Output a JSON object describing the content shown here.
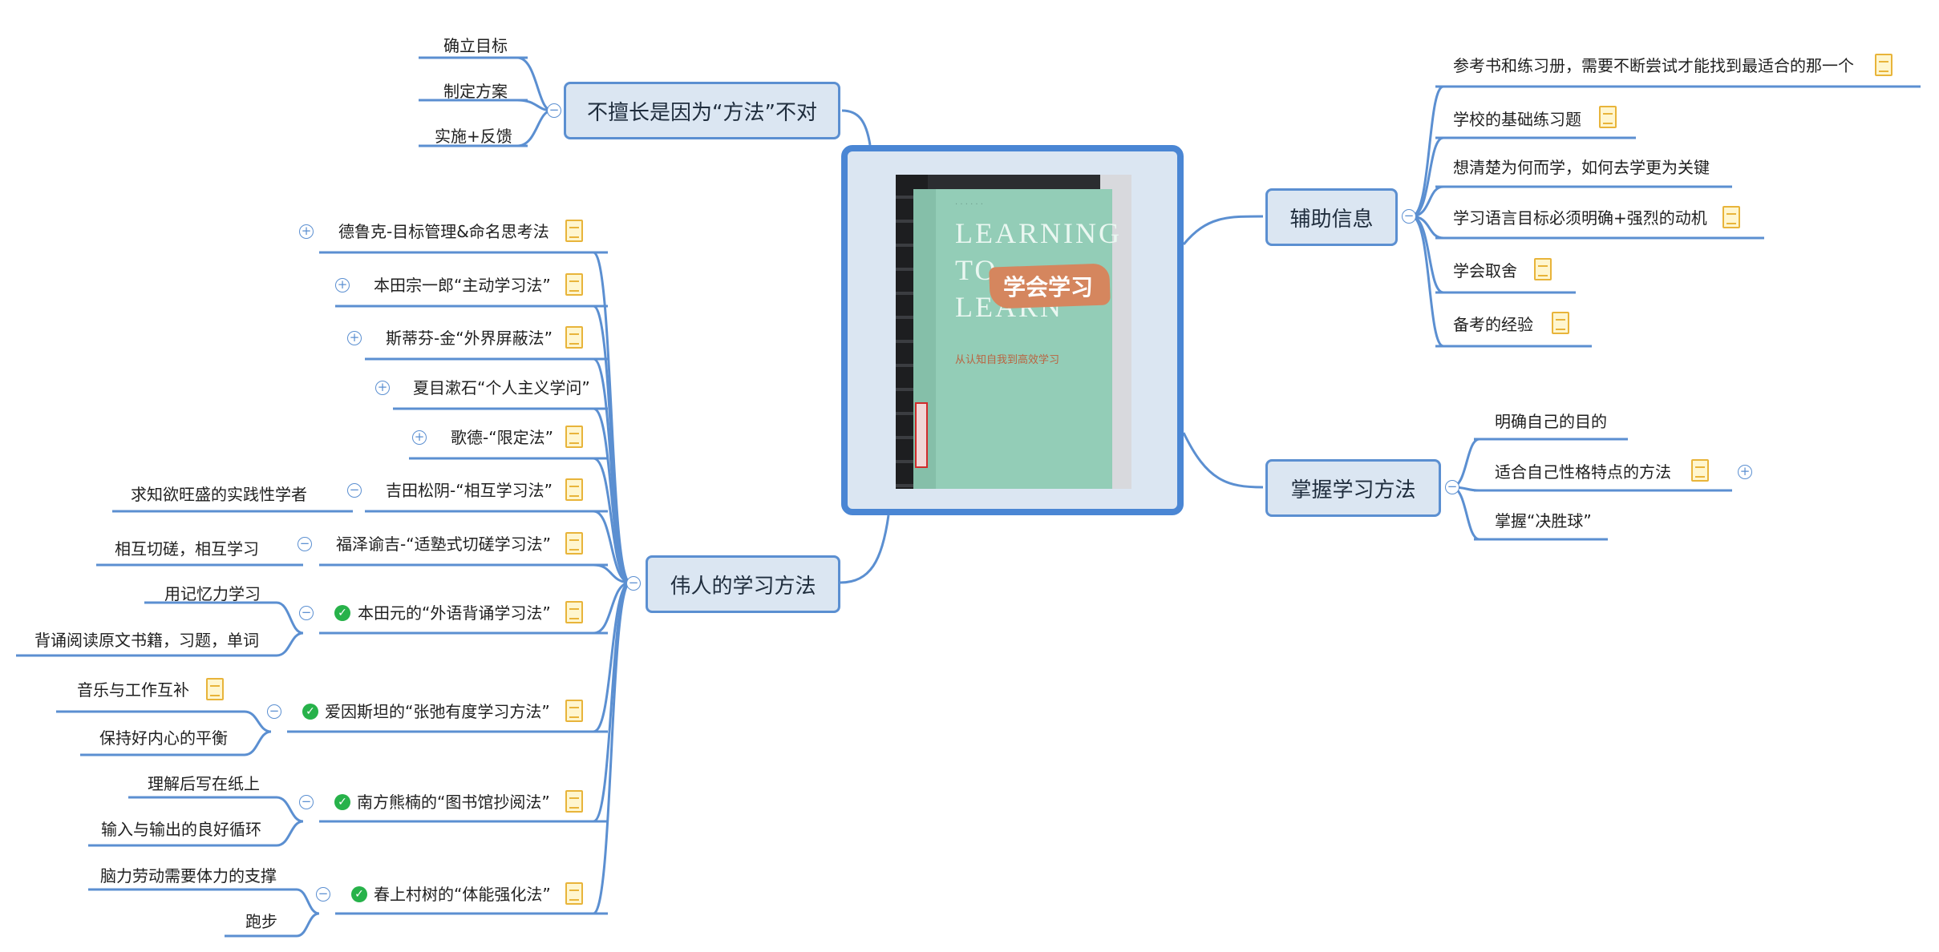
{
  "center": {
    "image_label": "book-cover-learning-to-learn",
    "cover_title_lines": [
      "LEARNING",
      "TO",
      "LEARN"
    ],
    "cover_title_cn": "学会学习",
    "cover_subtitle": "从认知自我到高效学习"
  },
  "branches": {
    "top_left": {
      "title": "不擅长是因为“方法”不对",
      "children": [
        "确立目标",
        "制定方案",
        "实施+反馈"
      ]
    },
    "left": {
      "title": "伟人的学习方法",
      "items": {
        "drucker": "德鲁克-目标管理&命名思考法",
        "honda": "本田宗一郎“主动学习法”",
        "king": "斯蒂芬-金“外界屏蔽法”",
        "soseki": "夏目漱石“个人主义学问”",
        "goethe": "歌德-“限定法”",
        "yoshida": "吉田松阴-“相互学习法”",
        "fukuzawa": "福泽谕吉-“适塾式切磋学习法”",
        "honda_k": "本田元的“外语背诵学习法”",
        "einstein": "爱因斯坦的“张弛有度学习方法”",
        "minakata": "南方熊楠的“图书馆抄阅法”",
        "murakami": "春上村树的“体能强化法”"
      },
      "subs": {
        "yoshida_1": "求知欲旺盛的实践性学者",
        "fukuzawa_1": "相互切磋，相互学习",
        "honda_k_1": "用记忆力学习",
        "honda_k_2": "背诵阅读原文书籍，习题，单词",
        "einstein_1": "音乐与工作互补",
        "einstein_2": "保持好内心的平衡",
        "minakata_1": "理解后写在纸上",
        "minakata_2": "输入与输出的良好循环",
        "murakami_1": "脑力劳动需要体力的支撑",
        "murakami_2": "跑步"
      }
    },
    "right_top": {
      "title": "辅助信息",
      "children": [
        "参考书和练习册，需要不断尝试才能找到最适合的那一个",
        "学校的基础练习题",
        "想清楚为何而学，如何去学更为关键",
        "学习语言目标必须明确+强烈的动机",
        "学会取舍",
        "备考的经验"
      ]
    },
    "right_bottom": {
      "title": "掌握学习方法",
      "children": [
        "明确自己的目的",
        "适合自己性格特点的方法",
        "掌握“决胜球”"
      ]
    }
  },
  "colors": {
    "line": "#5b8fd1",
    "topic_fill": "#dbe6f2",
    "note_icon": "#e8b43a",
    "check_icon": "#27b24a"
  },
  "icons": {
    "note": "note-icon",
    "done": "check-circle-icon",
    "expand": "plus-circle-icon",
    "collapse": "minus-circle-icon"
  }
}
